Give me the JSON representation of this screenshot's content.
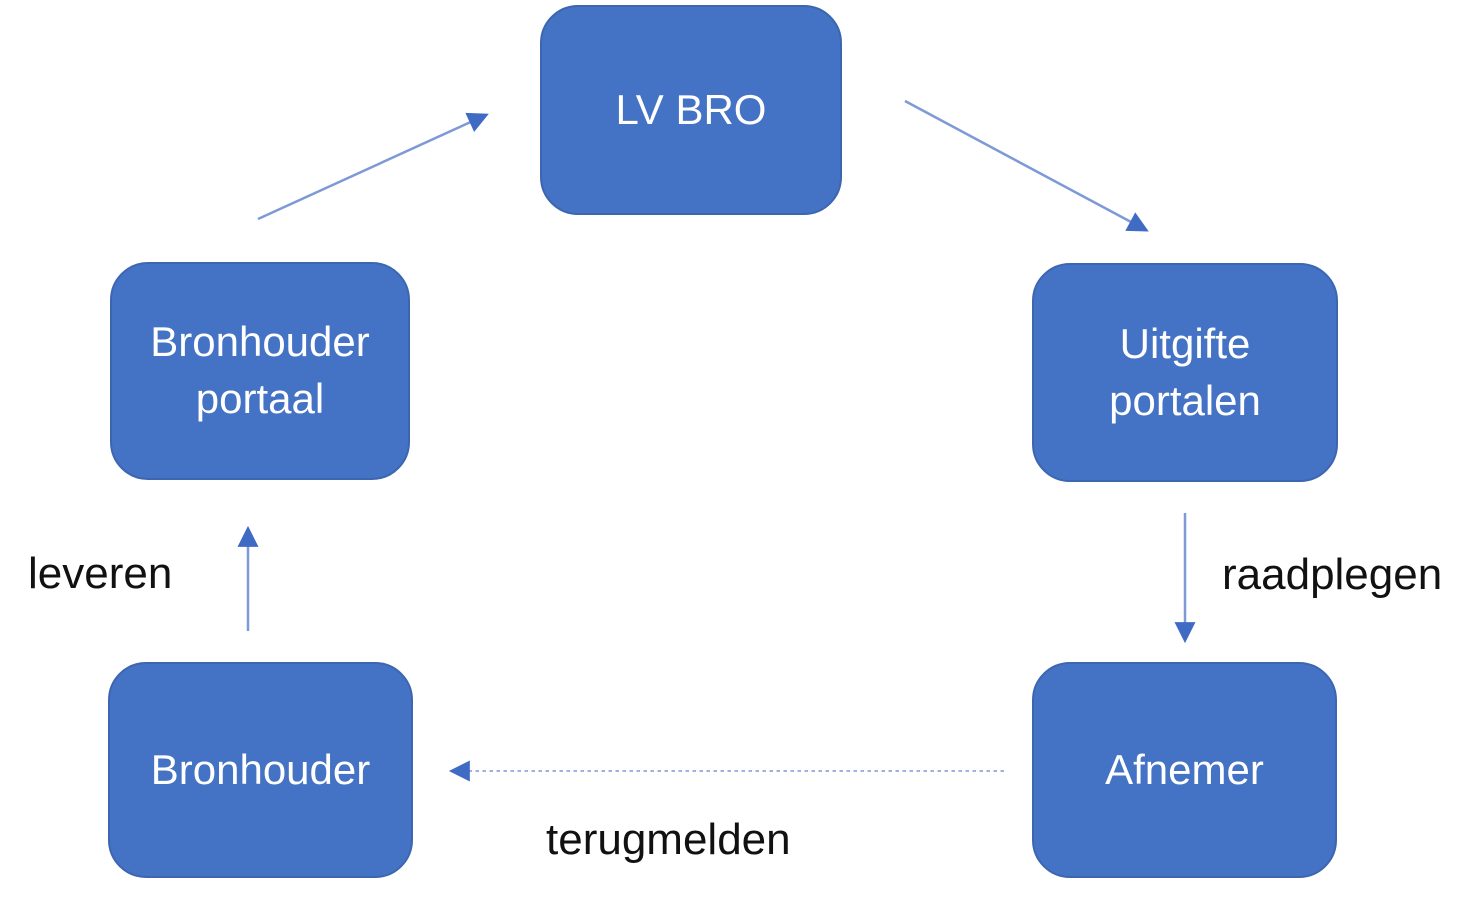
{
  "diagram": {
    "title": "BRO gegevensstroom diagram",
    "colors": {
      "background": "#ffffff",
      "node_fill": "#4472C4",
      "node_border": "#3D66B0",
      "node_text": "#ffffff",
      "arrow_line": "#7D99D6",
      "arrow_head": "#3F6BC4",
      "edge_label_text": "#111111"
    },
    "nodes": [
      {
        "id": "lv-bro",
        "label": "LV BRO"
      },
      {
        "id": "bronhouder-portaal",
        "label": "Bronhouder portaal"
      },
      {
        "id": "uitgifte-portalen",
        "label": "Uitgifte portalen"
      },
      {
        "id": "bronhouder",
        "label": "Bronhouder"
      },
      {
        "id": "afnemer",
        "label": "Afnemer"
      }
    ],
    "edges": [
      {
        "from": "bronhouder-portaal",
        "to": "lv-bro",
        "label": "",
        "style": "solid"
      },
      {
        "from": "lv-bro",
        "to": "uitgifte-portalen",
        "label": "",
        "style": "solid"
      },
      {
        "from": "uitgifte-portalen",
        "to": "afnemer",
        "label": "raadplegen",
        "style": "solid"
      },
      {
        "from": "afnemer",
        "to": "bronhouder",
        "label": "terugmelden",
        "style": "dashed"
      },
      {
        "from": "bronhouder",
        "to": "bronhouder-portaal",
        "label": "leveren",
        "style": "solid"
      }
    ]
  }
}
